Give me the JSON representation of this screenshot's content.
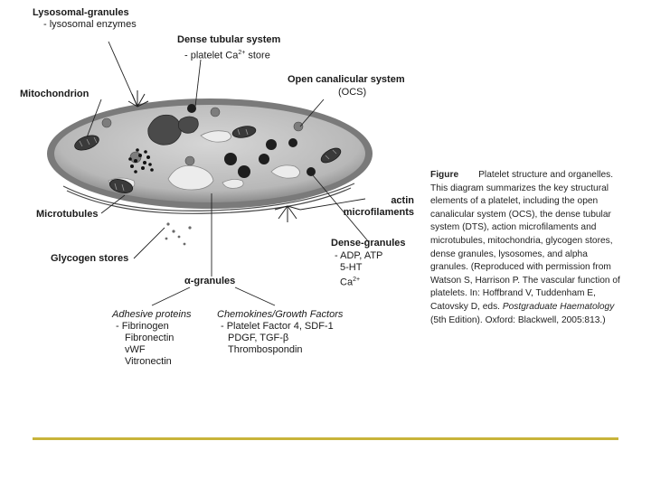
{
  "labels": {
    "lysosomal_granules": "Lysosomal-granules",
    "lysosomal_enzymes": "- lysosomal enzymes",
    "dense_tubular_system": "Dense tubular system",
    "platelet_ca_store_pre": "- platelet Ca",
    "platelet_ca_store_sup": "2+",
    "platelet_ca_store_post": " store",
    "open_canalicular_system": "Open canalicular system",
    "ocs": "(OCS)",
    "mitochondrion": "Mitochondrion",
    "actin": "actin",
    "microfilaments": "microfilaments",
    "microtubules": "Microtubules",
    "glycogen_stores": "Glycogen stores",
    "dense_granules": "Dense-granules",
    "dense_adp_atp": "- ADP, ATP",
    "dense_5ht": "5-HT",
    "dense_ca": "Ca",
    "dense_ca_sup": "2+",
    "alpha_granules": "α-granules",
    "adhesive_proteins": "Adhesive proteins",
    "fibrinogen": "- Fibrinogen",
    "fibronectin": "Fibronectin",
    "vwf": "vWF",
    "vitronectin": "Vitronectin",
    "chemokines": "Chemokines/Growth Factors",
    "pf4": "- Platelet Factor 4, SDF-1",
    "pdgf": "PDGF, TGF-β",
    "thrombospondin": "Thrombospondin"
  },
  "caption": {
    "word": "Figure",
    "text": "Platelet structure and organelles. This diagram summarizes the key structural elements of a platelet, including the open canalicular system (OCS), the dense tubular system (DTS), action microfilaments and microtubules, mitochondria, glycogen stores, dense granules, lysosomes, and alpha granules. (Reproduced with permission from Watson S, Harrison P. The vascular function of platelets. In: Hoffbrand V, Tuddenham E, Catovsky D, eds. ",
    "book": "Postgraduate Haematology",
    "tail": " (5th Edition). Oxford: Blackwell, 2005:813.)"
  },
  "colors": {
    "rule": "#c8b43a",
    "organelle_dark": "#2a2a2a",
    "organelle_grey": "#6e6e6e",
    "cell_fill": "#bdbdbd"
  }
}
